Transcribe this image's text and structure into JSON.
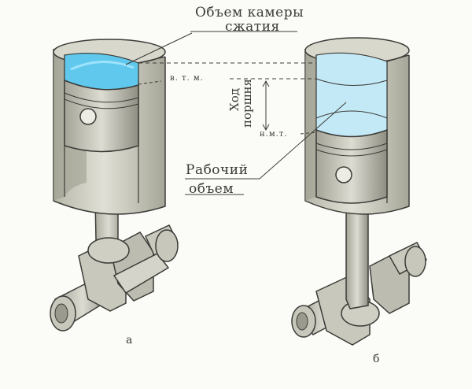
{
  "labels": {
    "compression_volume_line1": "Объем камеры",
    "compression_volume_line2": "сжатия",
    "tdc": "в. т. м.",
    "stroke_line1": "Ход",
    "stroke_line2": "поршня",
    "bdc": "н.м.т.",
    "working_volume_line1": "Рабочий",
    "working_volume_line2": "объем",
    "fig_a": "а",
    "fig_b": "б"
  },
  "colors": {
    "cylinder": "#cfcfc2",
    "cylinder_dark": "#a9a99b",
    "metal": "#c9c9bd",
    "metal_shade": "#8f8f84",
    "water_compression": "#5fc8ec",
    "water_working": "#c3e8f6",
    "line": "#3c3c38"
  }
}
